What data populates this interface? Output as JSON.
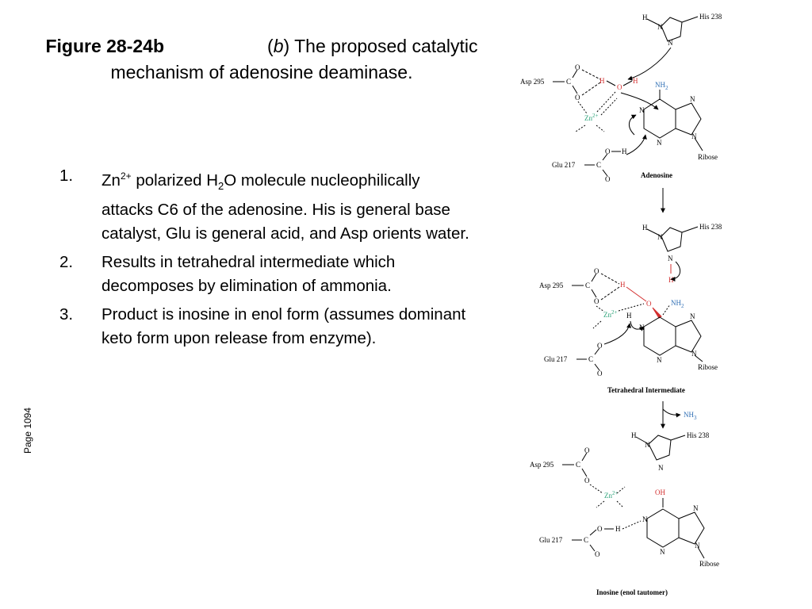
{
  "title": {
    "figure": "Figure 28-24b",
    "b": "b",
    "text": "The proposed catalytic mechanism of adenosine deaminase."
  },
  "steps": [
    {
      "num": "1.",
      "zn": "Zn",
      "zn_sup": "2+",
      "a": " polarized H",
      "h_sub": "2",
      "b": "O molecule nucleophilically attacks C6 of the adenosine.  His is general base catalyst, Glu is general acid, and Asp orients water."
    },
    {
      "num": "2.",
      "text": "Results in tetrahedral intermediate which decomposes by elimination of ammonia."
    },
    {
      "num": "3.",
      "text": "Product is inosine in enol form (assumes dominant keto form upon release from enzyme)."
    }
  ],
  "page_label": "Page 1094",
  "scheme": {
    "s1": {
      "his": "His 238",
      "h": "H",
      "n": "N",
      "asp": "Asp 295",
      "c": "C",
      "o": "O",
      "oh_h": "H",
      "nh2": "NH",
      "nh2_sub": "2",
      "zn": "Zn",
      "zn_sup": "2+",
      "glu": "Glu 217",
      "ribose": "Ribose",
      "label": "Adenosine"
    },
    "s2": {
      "his": "His 238",
      "h": "H",
      "n": "N",
      "asp": "Asp 295",
      "c": "C",
      "o": "O",
      "nh2": "NH",
      "nh2_sub": "2",
      "zn": "Zn",
      "zn_sup": "2+",
      "glu": "Glu 217",
      "ribose": "Ribose",
      "label": "Tetrahedral Intermediate",
      "nh3": "NH",
      "nh3_sub": "3"
    },
    "s3": {
      "his": "His 238",
      "h": "H",
      "n": "N",
      "asp": "Asp 295",
      "c": "C",
      "o": "O",
      "oh": "OH",
      "zn": "Zn",
      "zn_sup": "2+",
      "glu": "Glu 217",
      "ribose": "Ribose",
      "label": "Inosine (enol tautomer)"
    }
  },
  "colors": {
    "red": "#d32f2f",
    "blue": "#2f6fb5",
    "green": "#2ea37a",
    "text": "#000000"
  }
}
